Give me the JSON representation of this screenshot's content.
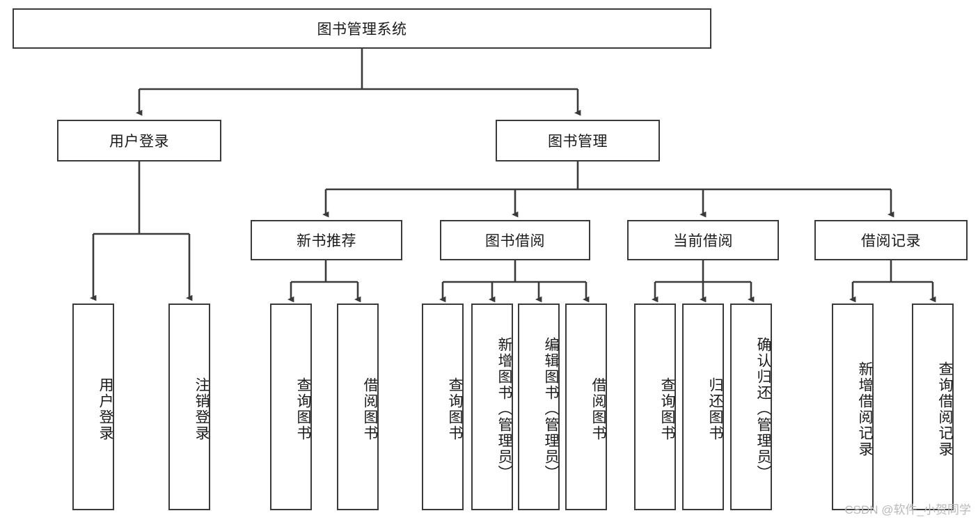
{
  "diagram": {
    "title": "图书管理系统",
    "type": "tree",
    "watermark": "CSDN @软件_小贺同学",
    "colors": {
      "box_border": "#3a3a3a",
      "box_fill": "#ffffff",
      "connector": "#3a3a3a",
      "text": "#1a1a1a",
      "watermark": "#b9b9b9"
    },
    "root": {
      "id": "root",
      "label": "图书管理系统"
    },
    "level1": [
      {
        "id": "login",
        "label": "用户登录"
      },
      {
        "id": "bookmgmt",
        "label": "图书管理"
      }
    ],
    "level2": [
      {
        "id": "newbook",
        "label": "新书推荐",
        "parent": "bookmgmt"
      },
      {
        "id": "borrow",
        "label": "图书借阅",
        "parent": "bookmgmt"
      },
      {
        "id": "current",
        "label": "当前借阅",
        "parent": "bookmgmt"
      },
      {
        "id": "records",
        "label": "借阅记录",
        "parent": "bookmgmt"
      }
    ],
    "leaves": [
      {
        "id": "leaf-1",
        "label": "用户登录",
        "parent": "login"
      },
      {
        "id": "leaf-2",
        "label": "注销登录",
        "parent": "login"
      },
      {
        "id": "leaf-3",
        "label": "查询图书",
        "parent": "newbook"
      },
      {
        "id": "leaf-4",
        "label": "借阅图书",
        "parent": "newbook"
      },
      {
        "id": "leaf-5",
        "label": "查询图书",
        "parent": "borrow"
      },
      {
        "id": "leaf-6",
        "label": "新增图书（管理员）",
        "parent": "borrow"
      },
      {
        "id": "leaf-7",
        "label": "编辑图书（管理员）",
        "parent": "borrow"
      },
      {
        "id": "leaf-8",
        "label": "借阅图书",
        "parent": "borrow"
      },
      {
        "id": "leaf-9",
        "label": "查询图书",
        "parent": "current"
      },
      {
        "id": "leaf-10",
        "label": "归还图书",
        "parent": "current"
      },
      {
        "id": "leaf-11",
        "label": "确认归还（管理员）",
        "parent": "current"
      },
      {
        "id": "leaf-12",
        "label": "新增借阅记录",
        "parent": "records"
      },
      {
        "id": "leaf-13",
        "label": "查询借阅记录",
        "parent": "records"
      }
    ]
  }
}
